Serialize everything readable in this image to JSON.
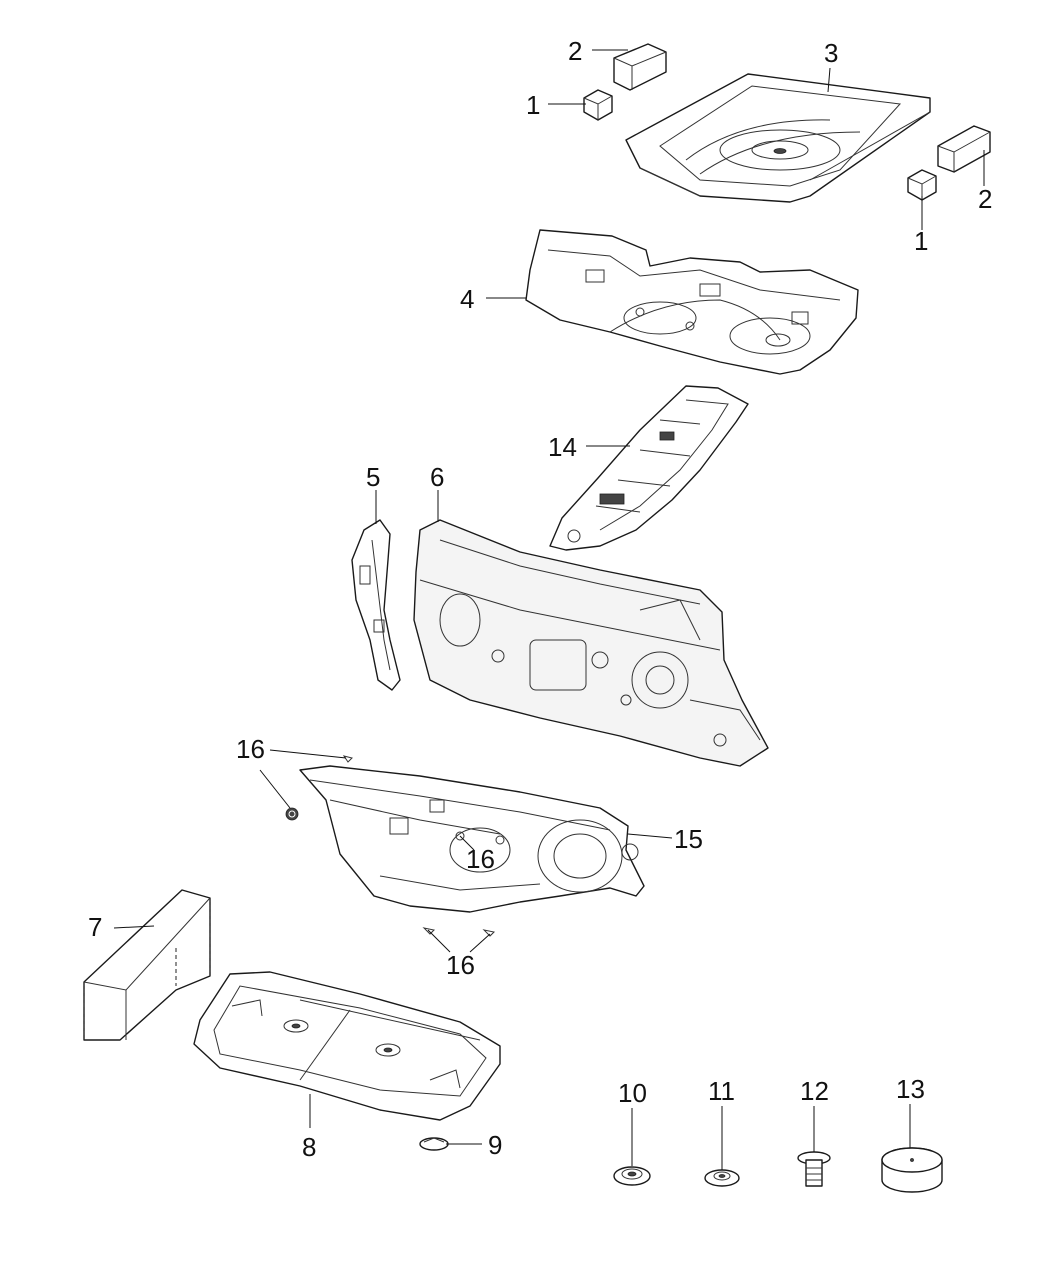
{
  "callouts": [
    {
      "id": "c1a",
      "label": "1"
    },
    {
      "id": "c2a",
      "label": "2"
    },
    {
      "id": "c3",
      "label": "3"
    },
    {
      "id": "c2b",
      "label": "2"
    },
    {
      "id": "c1b",
      "label": "1"
    },
    {
      "id": "c4",
      "label": "4"
    },
    {
      "id": "c14",
      "label": "14"
    },
    {
      "id": "c5",
      "label": "5"
    },
    {
      "id": "c6",
      "label": "6"
    },
    {
      "id": "c16a",
      "label": "16"
    },
    {
      "id": "c15",
      "label": "15"
    },
    {
      "id": "c16b",
      "label": "16"
    },
    {
      "id": "c7",
      "label": "7"
    },
    {
      "id": "c16c",
      "label": "16"
    },
    {
      "id": "c8",
      "label": "8"
    },
    {
      "id": "c9",
      "label": "9"
    },
    {
      "id": "c10",
      "label": "10"
    },
    {
      "id": "c11",
      "label": "11"
    },
    {
      "id": "c12",
      "label": "12"
    },
    {
      "id": "c13",
      "label": "13"
    }
  ]
}
